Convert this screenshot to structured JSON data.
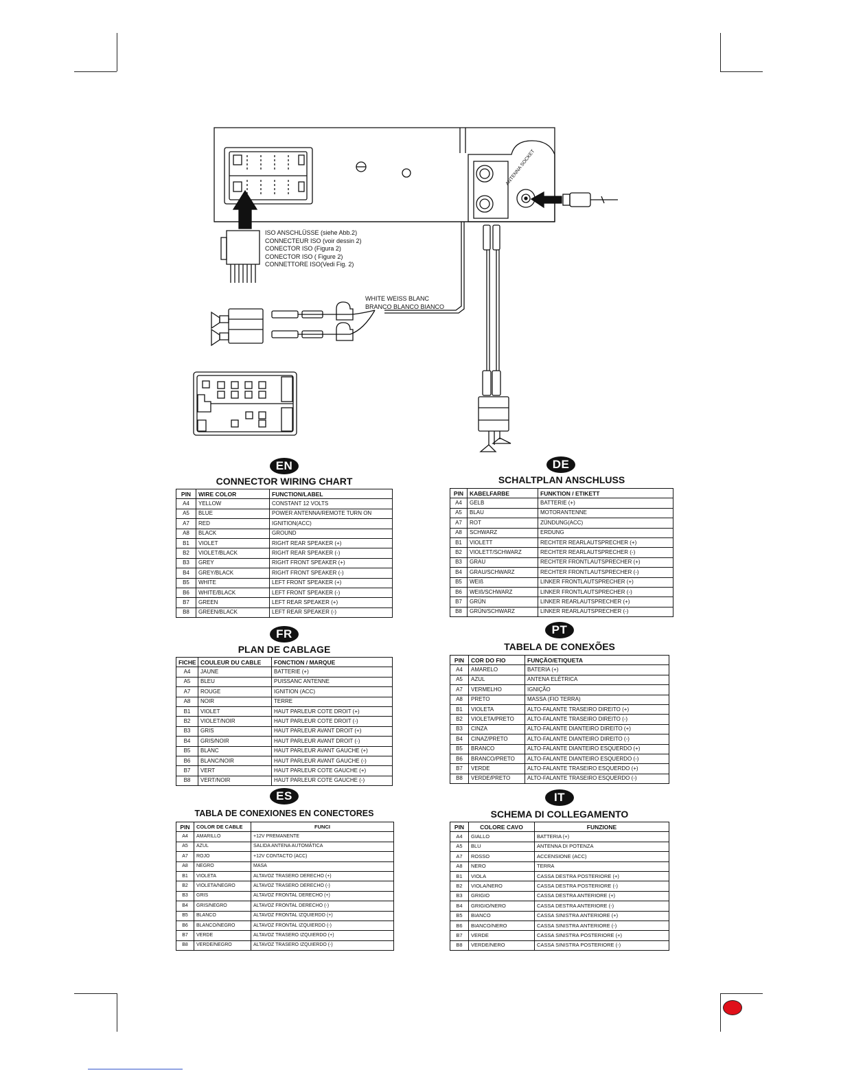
{
  "diagram": {
    "antenna_socket_label": "ANTENNA SOCKET",
    "iso_labels": [
      "ISO ANSCHLÜSSE (siehe Abb.2)",
      "CONNECTEUR ISO (voir dessin 2)",
      "CONECTOR ISO (Figura 2)",
      "CONECTOR ISO ( Figure 2)",
      "CONNETTORE ISO(Vedi Fig. 2)"
    ],
    "white_label_1": "WHITE  WEISS  BLANC",
    "white_label_2": "BRANCO  BLANCO  BIANCO"
  },
  "tables": {
    "en": {
      "badge": "EN",
      "title": "CONNECTOR WIRING CHART",
      "headers": [
        "PIN",
        "WIRE COLOR",
        "FUNCTION/LABEL"
      ],
      "rows": [
        [
          "A4",
          "YELLOW",
          "CONSTANT 12 VOLTS"
        ],
        [
          "A5",
          "BLUE",
          "POWER ANTENNA/REMOTE TURN ON"
        ],
        [
          "A7",
          "RED",
          "IGNITION(ACC)"
        ],
        [
          "A8",
          "BLACK",
          "GROUND"
        ],
        [
          "B1",
          "VIOLET",
          "RIGHT REAR SPEAKER (+)"
        ],
        [
          "B2",
          "VIOLET/BLACK",
          "RIGHT REAR SPEAKER (-)"
        ],
        [
          "B3",
          "GREY",
          "RIGHT FRONT SPEAKER (+)"
        ],
        [
          "B4",
          "GREY/BLACK",
          "RIGHT FRONT SPEAKER (-)"
        ],
        [
          "B5",
          "WHITE",
          "LEFT FRONT SPEAKER (+)"
        ],
        [
          "B6",
          "WHITE/BLACK",
          "LEFT FRONT SPEAKER (-)"
        ],
        [
          "B7",
          "GREEN",
          "LEFT REAR SPEAKER (+)"
        ],
        [
          "B8",
          "GREEN/BLACK",
          "LEFT REAR SPEAKER (-)"
        ]
      ]
    },
    "de": {
      "badge": "DE",
      "title": "SCHALTPLAN ANSCHLUSS",
      "headers": [
        "PIN",
        "KABELFARBE",
        "FUNKTION / ETIKETT"
      ],
      "rows": [
        [
          "A4",
          "GELB",
          "BATTERIE (+)"
        ],
        [
          "A5",
          "BLAU",
          "MOTORANTENNE"
        ],
        [
          "A7",
          "ROT",
          "ZÜNDUNG(ACC)"
        ],
        [
          "A8",
          "SCHWARZ",
          "ERDUNG"
        ],
        [
          "B1",
          "VIOLETT",
          "RECHTER REARLAUTSPRECHER (+)"
        ],
        [
          "B2",
          "VIOLETT/SCHWARZ",
          "RECHTER REARLAUTSPRECHER (-)"
        ],
        [
          "B3",
          "GRAU",
          "RECHTER FRONTLAUTSPRECHER (+)"
        ],
        [
          "B4",
          "GRAU/SCHWARZ",
          "RECHTER FRONTLAUTSPRECHER (-)"
        ],
        [
          "B5",
          "WEIß",
          "LINKER FRONTLAUTSPRECHER (+)"
        ],
        [
          "B6",
          "WEIß/SCHWARZ",
          "LINKER FRONTLAUTSPRECHER (-)"
        ],
        [
          "B7",
          "GRÜN",
          "LINKER REARLAUTSPRECHER (+)"
        ],
        [
          "B8",
          "GRÜN/SCHWARZ",
          "LINKER REARLAUTSPRECHER (-)"
        ]
      ]
    },
    "fr": {
      "badge": "FR",
      "title": "PLAN DE CABLAGE",
      "headers": [
        "FICHE",
        "COULEUR DU CABLE",
        "FONCTION / MARQUE"
      ],
      "rows": [
        [
          "A4",
          "JAUNE",
          "BATTERIE (+)"
        ],
        [
          "A5",
          "BLEU",
          "PUISSANC ANTENNE"
        ],
        [
          "A7",
          "ROUGE",
          "IGNITION (ACC)"
        ],
        [
          "A8",
          "NOIR",
          "TERRE"
        ],
        [
          "B1",
          "VIOLET",
          "HAUT PARLEUR COTE DROIT (+)"
        ],
        [
          "B2",
          "VIOLET/NOIR",
          "HAUT PARLEUR COTE DROIT (-)"
        ],
        [
          "B3",
          "GRIS",
          "HAUT PARLEUR AVANT DROIT (+)"
        ],
        [
          "B4",
          "GRIS/NOIR",
          "HAUT PARLEUR AVANT DROIT (-)"
        ],
        [
          "B5",
          "BLANC",
          "HAUT PARLEUR AVANT GAUCHE (+)"
        ],
        [
          "B6",
          "BLANC/NOIR",
          "HAUT PARLEUR AVANT GAUCHE (-)"
        ],
        [
          "B7",
          "VERT",
          "HAUT PARLEUR COTE GAUCHE (+)"
        ],
        [
          "B8",
          "VERT/NOIR",
          "HAUT PARLEUR COTE GAUCHE (-)"
        ]
      ]
    },
    "pt": {
      "badge": "PT",
      "title": "TABELA DE CONEXÕES",
      "headers": [
        "PIN",
        "COR DO FIO",
        "FUNÇÃO/ETIQUETA"
      ],
      "rows": [
        [
          "A4",
          "AMARELO",
          "BATERIA (+)"
        ],
        [
          "A5",
          "AZUL",
          "ANTENA ELÉTRICA"
        ],
        [
          "A7",
          "VERMELHO",
          "IGNIÇÃO"
        ],
        [
          "A8",
          "PRETO",
          "MASSA (FIO TERRA)"
        ],
        [
          "B1",
          "VIOLETA",
          "ALTO-FALANTE TRASEIRO DIREITO (+)"
        ],
        [
          "B2",
          "VIOLETA/PRETO",
          "ALTO-FALANTE TRASEIRO DIREITO (-)"
        ],
        [
          "B3",
          "CINZA",
          "ALTO-FALANTE DIANTEIRO DIREITO (+)"
        ],
        [
          "B4",
          "CINAZ/PRETO",
          "ALTO-FALANTE DIANTEIRO DIREITO (-)"
        ],
        [
          "B5",
          "BRANCO",
          "ALTO-FALANTE DIANTEIRO ESQUERDO (+)"
        ],
        [
          "B6",
          "BRANCO/PRETO",
          "ALTO-FALANTE DIANTEIRO ESQUERDO (-)"
        ],
        [
          "B7",
          "VERDE",
          "ALTO-FALANTE TRASEIRO ESQUERDO (+)"
        ],
        [
          "B8",
          "VERDE/PRETO",
          "ALTO-FALANTE TRASEIRO ESQUERDO (-)"
        ]
      ]
    },
    "es": {
      "badge": "ES",
      "title": "TABLA DE CONEXIONES EN CONECTORES",
      "headers": [
        "PIN",
        "COLOR DE CABLE",
        "FUNCI"
      ],
      "rows": [
        [
          "A4",
          "AMARILLO",
          "+12V PREMANENTE"
        ],
        [
          "A5",
          "AZUL",
          "SALIDA ANTENA AUTOMÁTICA"
        ],
        [
          "A7",
          "ROJO",
          "+12V CONTACTO (ACC)"
        ],
        [
          "A8",
          "NEGRO",
          "MASA"
        ],
        [
          "B1",
          "VIOLETA",
          "ALTAVOZ TRASERO DERECHO (+)"
        ],
        [
          "B2",
          "VIOLETA/NEGRO",
          "ALTAVOZ TRASERO DERECHO (-)"
        ],
        [
          "B3",
          "GRIS",
          "ALTAVOZ FRONTAL DERECHO (+)"
        ],
        [
          "B4",
          "GRIS/NEGRO",
          "ALTAVOZ FRONTAL DERECHO (-)"
        ],
        [
          "B5",
          "BLANCO",
          "ALTAVOZ FRONTAL IZQUIERDO (+)"
        ],
        [
          "B6",
          "BLANCO/NEGRO",
          "ALTAVOZ FRONTAL IZQUIERDO (-)"
        ],
        [
          "B7",
          "VERDE",
          "ALTAVOZ TRASERO IZQUIERDO (+)"
        ],
        [
          "B8",
          "VERDE/NEGRO",
          "ALTAVOZ TRASERO IZQUIERDO (-)"
        ]
      ]
    },
    "it": {
      "badge": "IT",
      "title": "SCHEMA DI COLLEGAMENTO",
      "headers": [
        "PIN",
        "COLORE CAVO",
        "FUNZIONE"
      ],
      "rows": [
        [
          "A4",
          "GIALLO",
          "BATTERIA (+)"
        ],
        [
          "A5",
          "BLU",
          "ANTENNA DI POTENZA"
        ],
        [
          "A7",
          "ROSSO",
          "ACCENSIONE (ACC)"
        ],
        [
          "A8",
          "NERO",
          "TERRA"
        ],
        [
          "B1",
          "VIOLA",
          "CASSA DESTRA POSTERIORE (+)"
        ],
        [
          "B2",
          "VIOLA/NERO",
          "CASSA DESTRA POSTERIORE (-)"
        ],
        [
          "B3",
          "GRIGIO",
          "CASSA DESTRA ANTERIORE (+)"
        ],
        [
          "B4",
          "GRIGIO/NERO",
          "CASSA DESTRA ANTERIORE (-)"
        ],
        [
          "B5",
          "BIANCO",
          "CASSA SINISTRA ANTERIORE (+)"
        ],
        [
          "B6",
          "BIANCO/NERO",
          "CASSA SINISTRA ANTERIORE (-)"
        ],
        [
          "B7",
          "VERDE",
          "CASSA SINISTRA POSTERIORE (+)"
        ],
        [
          "B8",
          "VERDE/NERO",
          "CASSA SINISTRA POSTERIORE (-)"
        ]
      ]
    }
  }
}
